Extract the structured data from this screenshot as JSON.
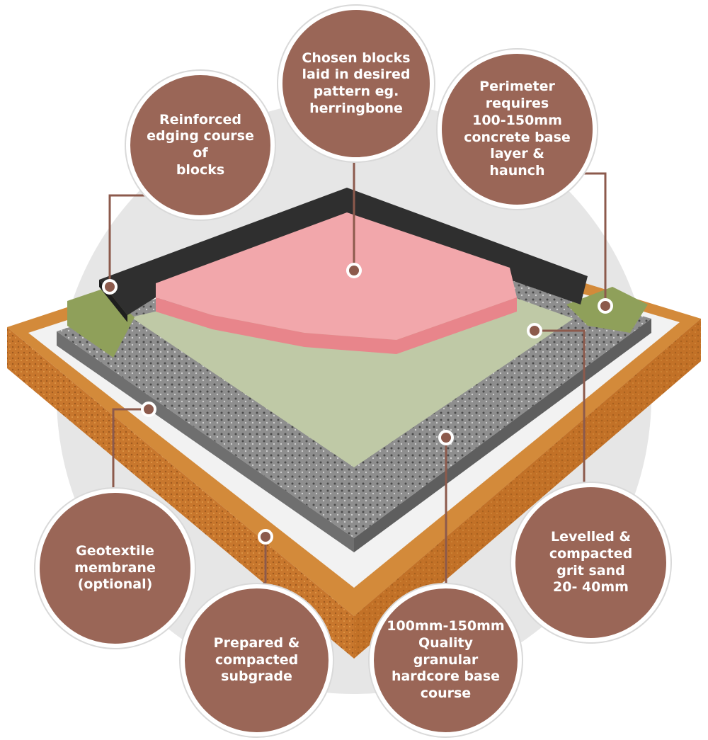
{
  "colors": {
    "bubble": "#9a6657",
    "leader": "#8c5a4c",
    "backdrop": "#e6e6e6",
    "subgrade": "#c8772d",
    "membrane": "#f2f2f2",
    "hardcore": "#8e8e8e",
    "sand": "#bfc9a6",
    "blocks": "#f2a7ab",
    "edging": "#2f2f2f",
    "haunch": "#8fa05a"
  },
  "callouts": {
    "chosen_blocks": "Chosen blocks\nlaid in desired\npattern eg.\nherringbone",
    "edging_course": "Reinforced\nedging course of\nblocks",
    "perimeter": "Perimeter\nrequires\n100-150mm\nconcrete base\nlayer &\nhaunch",
    "geotextile": "Geotextile\nmembrane\n(optional)",
    "subgrade": "Prepared &\ncompacted\nsubgrade",
    "hardcore": "100mm-150mm\nQuality granular\nhardcore base\ncourse",
    "grit_sand": "Levelled &\ncompacted\ngrit sand\n20- 40mm"
  }
}
